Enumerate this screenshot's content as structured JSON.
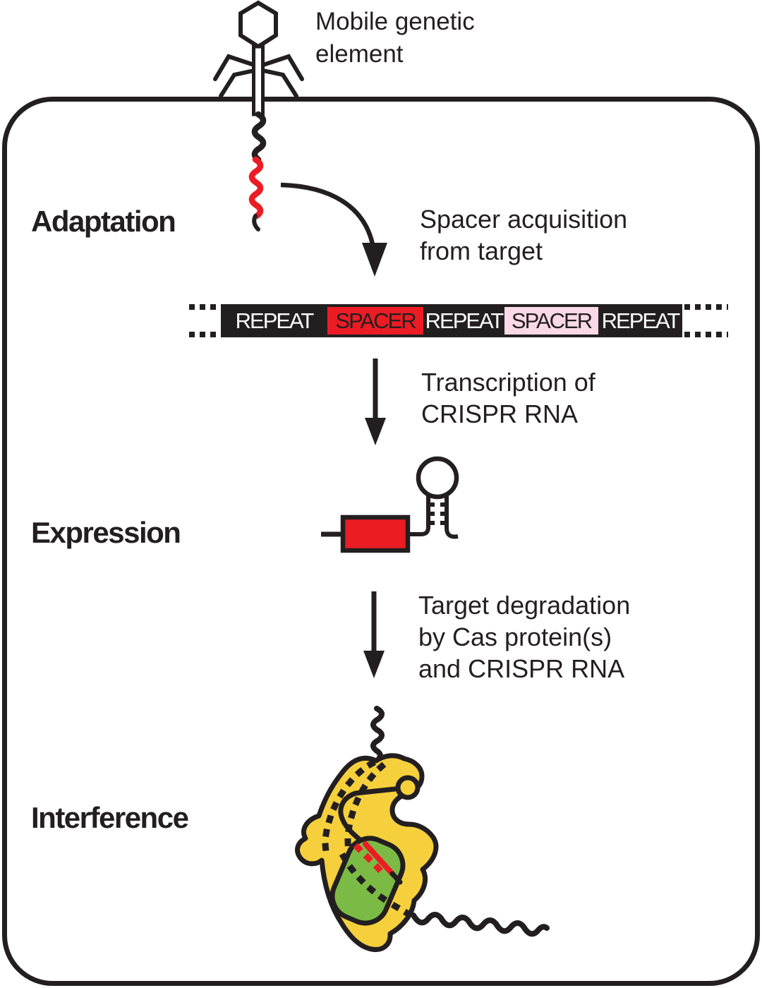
{
  "figure": {
    "type": "CRISPR-Cas immunity pathway diagram",
    "mge": {
      "lines": [
        "Mobile genetic",
        "element"
      ]
    },
    "stages": {
      "adaptation": "Adaptation",
      "expression": "Expression",
      "interference": "Interference"
    },
    "steps": {
      "spacer_acquisition": {
        "lines": [
          "Spacer acquisition",
          "from target"
        ]
      },
      "transcription": {
        "lines": [
          "Transcription of",
          "CRISPR RNA"
        ]
      },
      "degradation": {
        "lines": [
          "Target degradation",
          "by Cas protein(s)",
          "and CRISPR RNA"
        ]
      }
    },
    "crispr_array": {
      "segments": [
        {
          "label": "REPEAT",
          "variant": "repeat"
        },
        {
          "label": "SPACER",
          "variant": "spacer-red"
        },
        {
          "label": "REPEAT",
          "variant": "repeat"
        },
        {
          "label": "SPACER",
          "variant": "spacer-pink"
        },
        {
          "label": "REPEAT",
          "variant": "repeat"
        }
      ]
    },
    "icons": [
      "bacteriophage-icon",
      "cell-membrane",
      "dna-squiggle-icon",
      "curved-arrow-icon",
      "down-arrow-icon",
      "crrna-hairpin-icon",
      "cas-complex-icon",
      "target-dna-squiggle-icon"
    ],
    "colors": {
      "ink": "#231F20",
      "red": "#EC1C24",
      "pink": "#F8D9E5",
      "yellow": "#F6D03C",
      "green": "#7BBB45",
      "white": "#FFFFFF"
    }
  }
}
